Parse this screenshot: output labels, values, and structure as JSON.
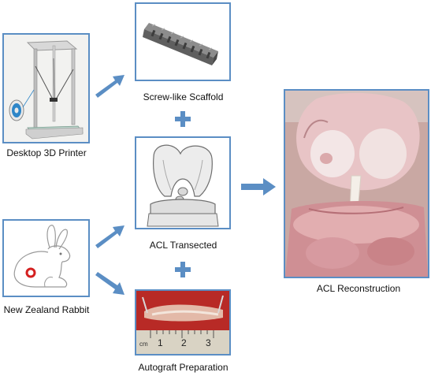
{
  "labels": {
    "printer": "Desktop 3D Printer",
    "scaffold": "Screw-like Scaffold",
    "acl_transected": "ACL Transected",
    "rabbit": "New Zealand Rabbit",
    "autograft": "Autograft Preparation",
    "reconstruction": "ACL Reconstruction"
  },
  "ruler": {
    "unit": "cm",
    "ticks": [
      "1",
      "2",
      "3"
    ]
  },
  "colors": {
    "panel_border": "#5b8ec4",
    "arrow": "#5b8ec4",
    "plus": "#5b8ec4"
  }
}
